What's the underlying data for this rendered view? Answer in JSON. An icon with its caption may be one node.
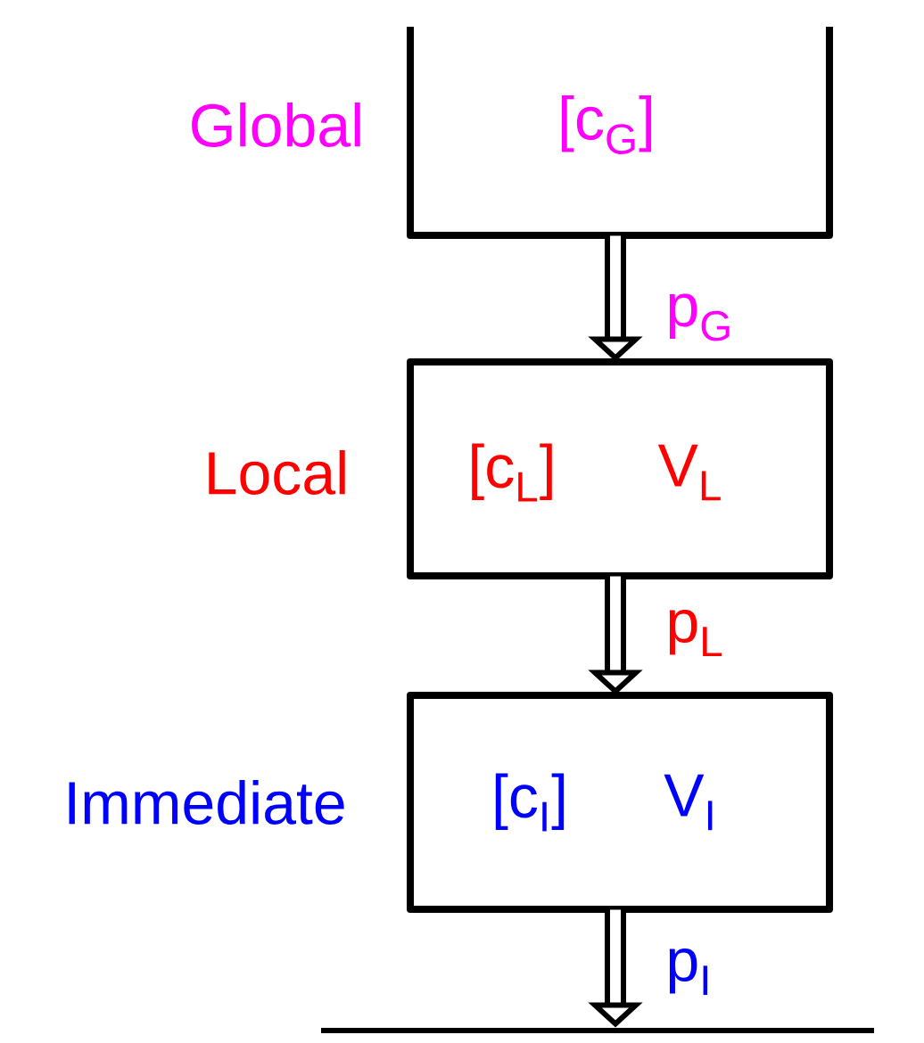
{
  "diagram": {
    "nodes": [
      {
        "text": [
          "[c$_{G}$]"
        ],
        "beside": [
          "Global"
        ]
      },
      {
        "text": [
          "[c$_{L}$]",
          "V$_{L}$"
        ],
        "beside": [
          "Local"
        ]
      },
      {
        "text": [
          "[c$_{I}$]",
          "V$_{I}$"
        ],
        "beside": [
          "Immediate"
        ]
      },
      {
        "text": [],
        "shape": "bar"
      }
    ],
    "edges": [
      {
        "from": 0,
        "to": 1,
        "arrow": "to",
        "label": "p$_{G}$"
      },
      {
        "from": 1,
        "to": 2,
        "arrow": "to",
        "label": "p$_{L}$"
      },
      {
        "from": 2,
        "to": 3,
        "arrow": "to",
        "label": "p$_{I}$"
      }
    ]
  }
}
